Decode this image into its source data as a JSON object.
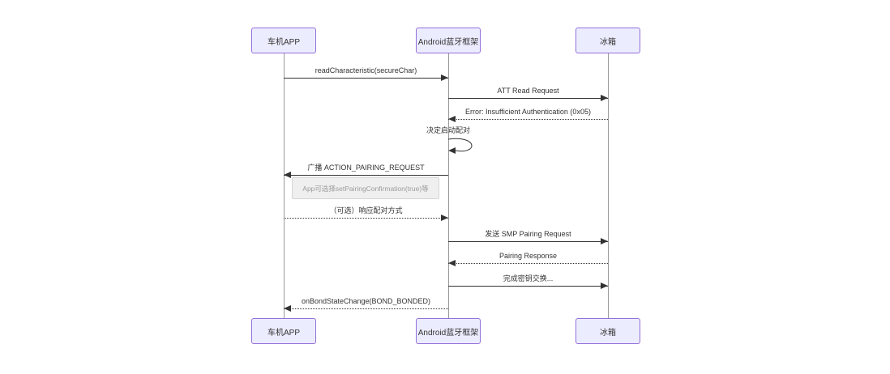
{
  "diagram_type": "sequence-diagram",
  "background": "#ffffff",
  "actors": [
    {
      "id": "car-app",
      "label": "车机APP"
    },
    {
      "id": "android-bt",
      "label": "Android蓝牙框架"
    },
    {
      "id": "fridge",
      "label": "冰箱"
    }
  ],
  "messages": [
    {
      "from": "车机APP",
      "to": "Android蓝牙框架",
      "label": "readCharacteristic(secureChar)",
      "line": "solid"
    },
    {
      "from": "Android蓝牙框架",
      "to": "冰箱",
      "label": "ATT Read Request",
      "line": "solid"
    },
    {
      "from": "冰箱",
      "to": "Android蓝牙框架",
      "label": "Error: Insufficient Authentication (0x05)",
      "line": "dotted"
    },
    {
      "from": "Android蓝牙框架",
      "to": "Android蓝牙框架",
      "label": "决定启动配对",
      "line": "self-loop"
    },
    {
      "from": "Android蓝牙框架",
      "to": "车机APP",
      "label": "广播 ACTION_PAIRING_REQUEST",
      "line": "solid"
    },
    {
      "from": "车机APP",
      "to": "Android蓝牙框架",
      "label": "（可选）响应配对方式",
      "line": "dotted"
    },
    {
      "from": "Android蓝牙框架",
      "to": "冰箱",
      "label": "发送 SMP Pairing Request",
      "line": "solid"
    },
    {
      "from": "冰箱",
      "to": "Android蓝牙框架",
      "label": "Pairing Response",
      "line": "dotted"
    },
    {
      "from": "Android蓝牙框架",
      "to": "冰箱",
      "label": "完成密钥交换...",
      "line": "solid"
    },
    {
      "from": "Android蓝牙框架",
      "to": "车机APP",
      "label": "onBondStateChange(BOND_BONDED)",
      "line": "dotted"
    }
  ],
  "note": {
    "over": "车机APP,Android蓝牙框架",
    "label": "App可选择setPairingConfirmation(true)等"
  },
  "colors": {
    "background": "#ffffff",
    "actor_fill": "#ECECFF",
    "actor_border": "#9370DB",
    "text": "#333333",
    "line": "#333333",
    "lifeline": "#999999",
    "note_fill": "#efefef",
    "note_border": "#d5d5d5",
    "note_text": "#9c9c9c"
  }
}
